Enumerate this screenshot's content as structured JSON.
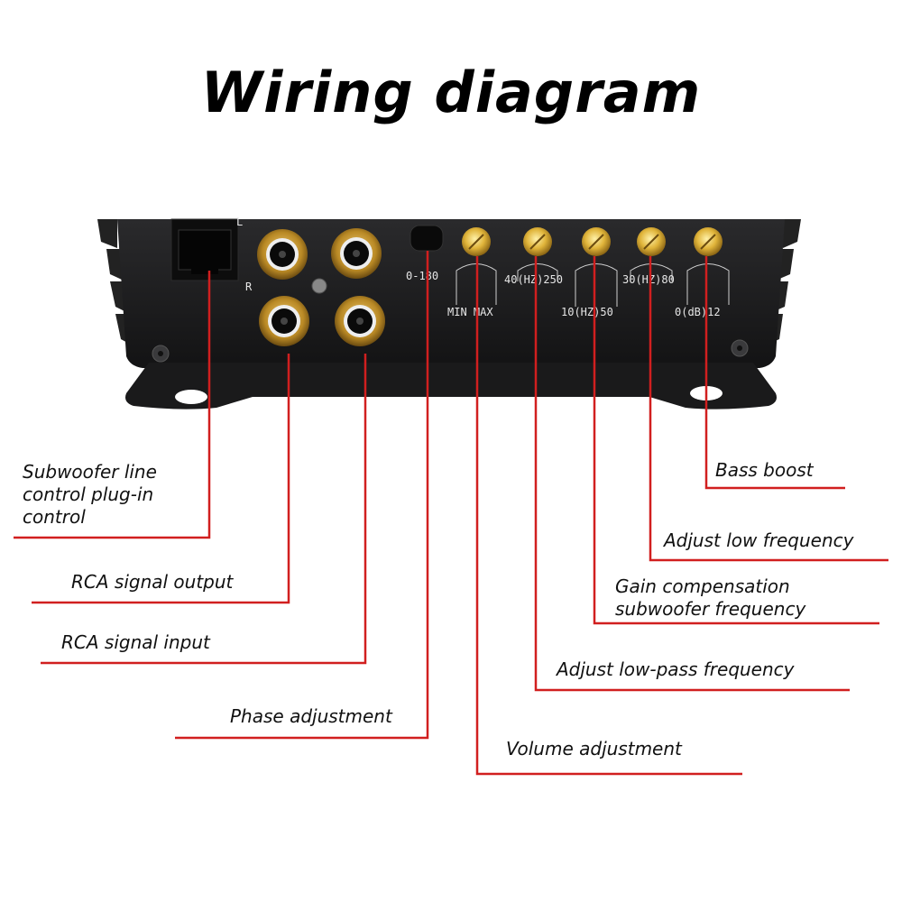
{
  "title": "Wiring diagram",
  "device": {
    "port_labels": {
      "l": "L",
      "r": "R"
    },
    "silkscreen": {
      "phase": "0-180",
      "volume": "MIN   MAX",
      "lowpass": "40(HZ)250",
      "gain_freq": "10(HZ)50",
      "low_freq": "30(HZ)80",
      "bass": "0(dB)12"
    }
  },
  "callouts": {
    "subwoofer_control": "Subwoofer line control plug-in control",
    "rca_output": "RCA signal output",
    "rca_input": "RCA signal input",
    "phase": "Phase adjustment",
    "volume": "Volume adjustment",
    "lowpass": "Adjust low-pass frequency",
    "gain_comp": "Gain compensation subwoofer frequency",
    "low_freq": "Adjust low frequency",
    "bass_boost": "Bass boost"
  },
  "colors": {
    "leader": "#d11f1f",
    "panel": "#1c1c1e",
    "gold": "#d4a83a"
  }
}
